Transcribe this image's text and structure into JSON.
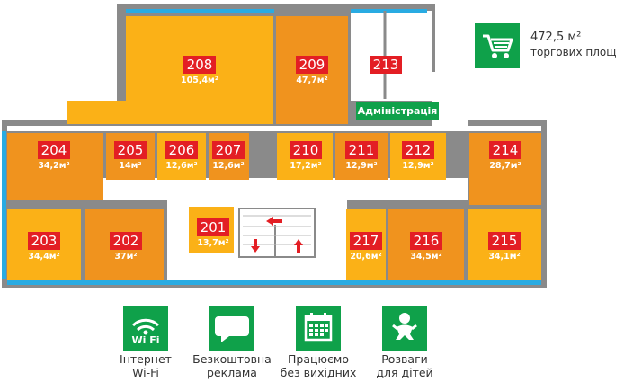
{
  "rooms": [
    {
      "number": "208",
      "area": "105,4м²"
    },
    {
      "number": "209",
      "area": "47,7м²"
    },
    {
      "number": "213",
      "area": ""
    },
    {
      "number": "204",
      "area": "34,2м²"
    },
    {
      "number": "205",
      "area": "14м²"
    },
    {
      "number": "206",
      "area": "12,6м²"
    },
    {
      "number": "207",
      "area": "12,6м²"
    },
    {
      "number": "210",
      "area": "17,2м²"
    },
    {
      "number": "211",
      "area": "12,9м²"
    },
    {
      "number": "212",
      "area": "12,9м²"
    },
    {
      "number": "214",
      "area": "28,7м²"
    },
    {
      "number": "203",
      "area": "34,4м²"
    },
    {
      "number": "202",
      "area": "37м²"
    },
    {
      "number": "201",
      "area": "13,7м²"
    },
    {
      "number": "217",
      "area": "20,6м²"
    },
    {
      "number": "216",
      "area": "34,5м²"
    },
    {
      "number": "215",
      "area": "34,1м²"
    }
  ],
  "admin_label": "Адміністрація",
  "stat": {
    "value": "472,5 м²",
    "caption": "торгових площ",
    "icon": "shopping-cart-icon"
  },
  "features": [
    {
      "icon": "wifi-icon",
      "badge": "Wi Fi",
      "label": "Інтернет\nWi-Fi"
    },
    {
      "icon": "speech-bubble-icon",
      "label": "Безкоштовна\nреклама"
    },
    {
      "icon": "calendar-icon",
      "label": "Працюємо\nбез вихідних"
    },
    {
      "icon": "baby-icon",
      "label": "Розваги\nдля дітей"
    }
  ],
  "colors": {
    "wall": "#8a8a8a",
    "room_dark": "#f0931e",
    "room_light": "#fbb117",
    "corridor": "#ffffff",
    "window": "#29abe2",
    "label_bg": "#e31e24",
    "accent_green": "#0fa14a"
  }
}
